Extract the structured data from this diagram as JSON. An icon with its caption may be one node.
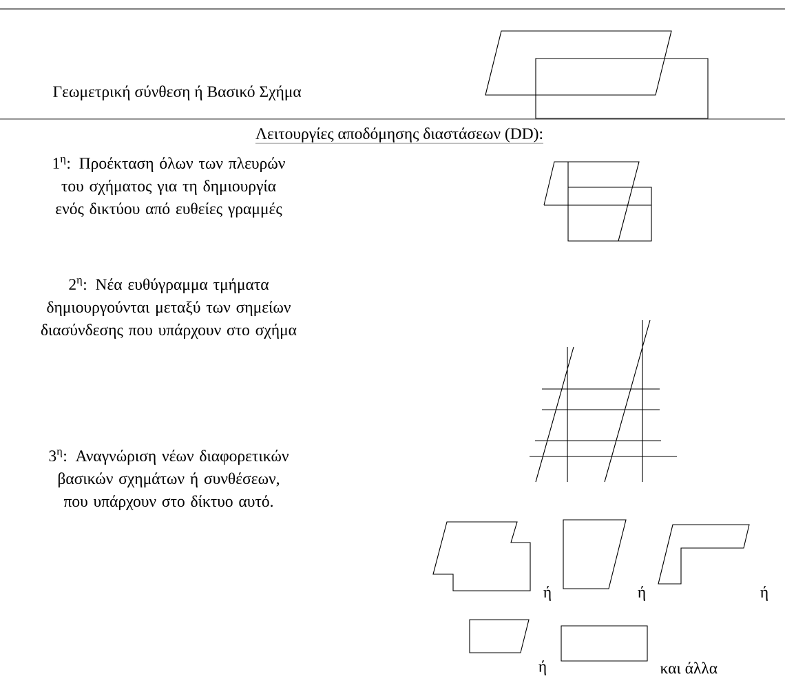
{
  "diagram": {
    "labels": [
      "Γεωμετρική σύνθεση ή Βασικό Σχήμα",
      "Λειτουργίες αποδόμησης διαστάσεων (DD):",
      "1$^{η}$: Προέκταση όλων των πλευρών του σχήματος για τη δημιουργία ενός δικτύου από ευθείες γραμμές",
      "2$^{η}$: Νέα ευθύγραμμα τμήματα δημιουργούνται μεταξύ των σημείων διασύνδεσης που υπάρχουν στο σχήμα",
      "3$^{η}$: Αναγνώριση νέων διαφορετικών βασικών σχημάτων ή συνθέσεων, που υπάρχουν στο δίκτυο αυτό.",
      "ή",
      "ή",
      "ή",
      "ή",
      "και άλλα"
    ]
  }
}
